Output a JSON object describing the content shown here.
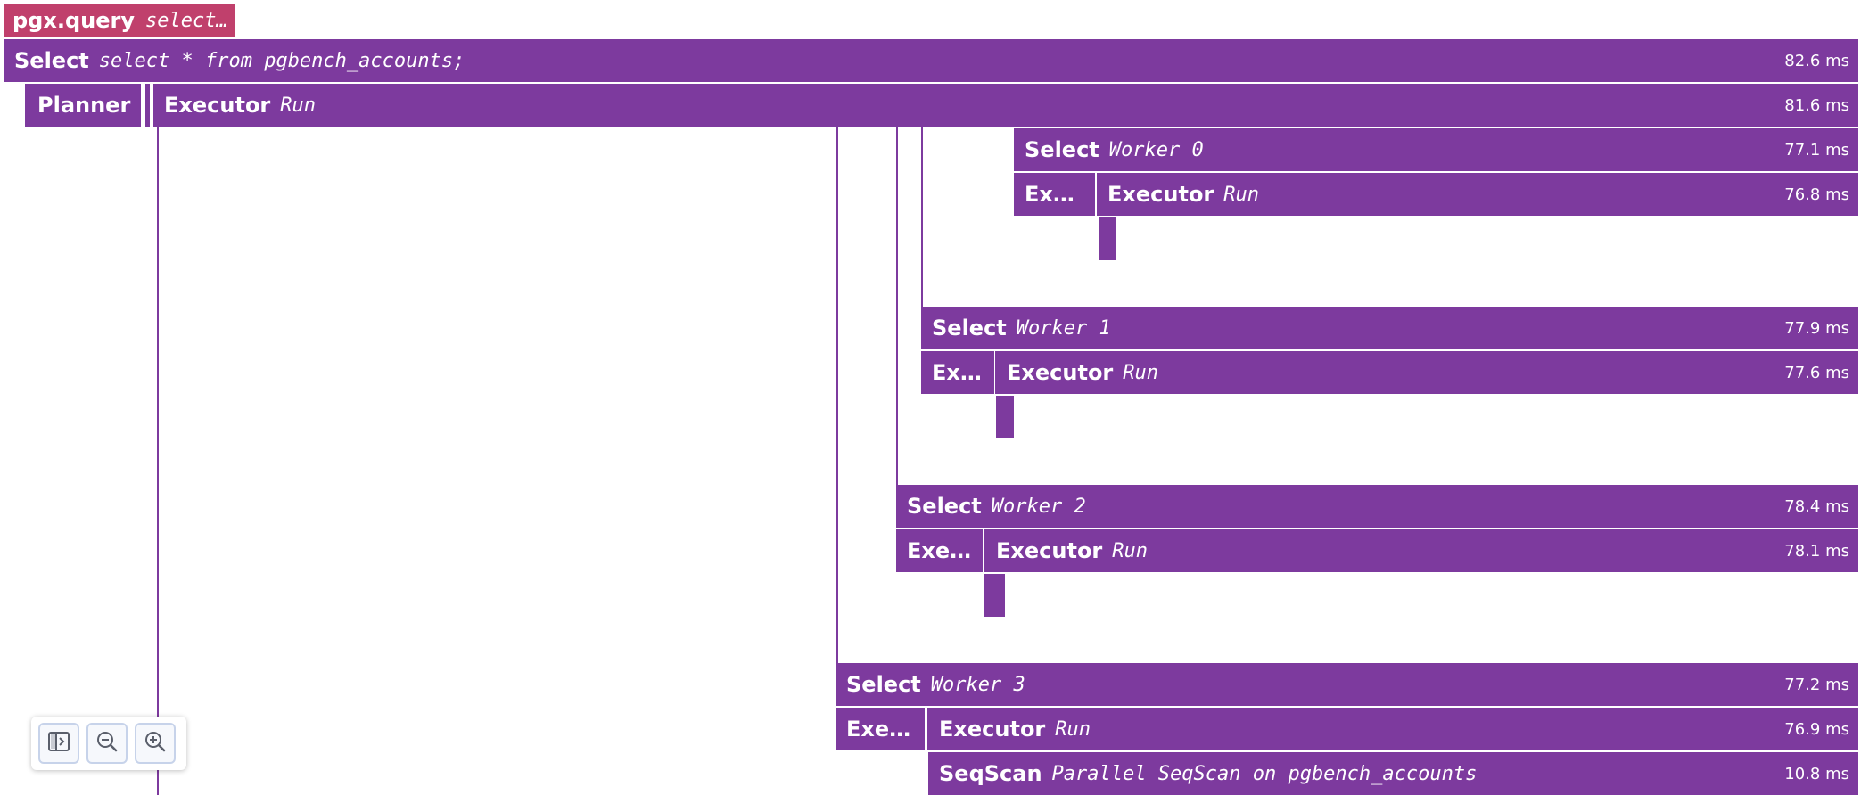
{
  "colors": {
    "root": "#c0406c",
    "span": "#7d3a9e",
    "line": "#7d3a9e"
  },
  "trace": {
    "root": {
      "name": "pgx.query",
      "desc": "select…"
    },
    "spans": [
      {
        "name": "Select",
        "desc": "select * from pgbench_accounts;",
        "duration": "82.6 ms"
      },
      {
        "name": "Planner",
        "desc": "",
        "duration": ""
      },
      {
        "name": "Executor",
        "desc": "Run",
        "duration": "81.6 ms"
      },
      {
        "name": "Select",
        "desc": "Worker 0",
        "duration": "77.1 ms"
      },
      {
        "name": "Ex…",
        "desc": "",
        "duration": ""
      },
      {
        "name": "Executor",
        "desc": "Run",
        "duration": "76.8 ms"
      },
      {
        "name": "Select",
        "desc": "Worker 1",
        "duration": "77.9 ms"
      },
      {
        "name": "Ex…",
        "desc": "",
        "duration": ""
      },
      {
        "name": "Executor",
        "desc": "Run",
        "duration": "77.6 ms"
      },
      {
        "name": "Select",
        "desc": "Worker 2",
        "duration": "78.4 ms"
      },
      {
        "name": "Exe…",
        "desc": "",
        "duration": ""
      },
      {
        "name": "Executor",
        "desc": "Run",
        "duration": "78.1 ms"
      },
      {
        "name": "Select",
        "desc": "Worker 3",
        "duration": "77.2 ms"
      },
      {
        "name": "Exe…",
        "desc": "",
        "duration": ""
      },
      {
        "name": "Executor",
        "desc": "Run",
        "duration": "76.9 ms"
      },
      {
        "name": "SeqScan",
        "desc": "Parallel SeqScan on pgbench_accounts",
        "duration": "10.8 ms"
      }
    ]
  },
  "controls": {
    "sidebar_toggle": "sidebar-toggle-icon",
    "zoom_out": "zoom-out-icon",
    "zoom_in": "zoom-in-icon"
  }
}
